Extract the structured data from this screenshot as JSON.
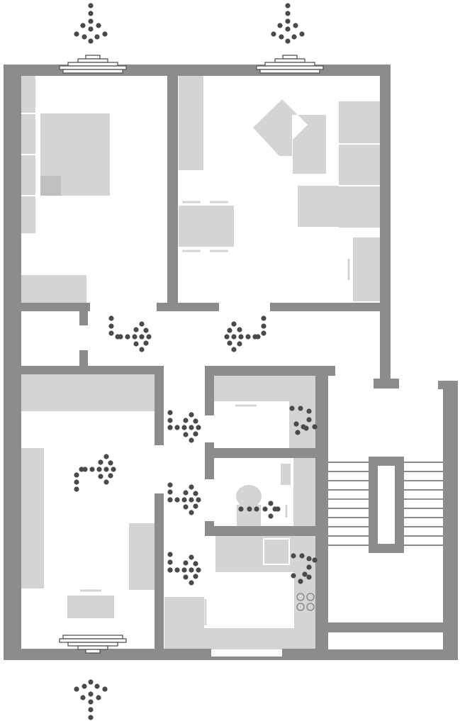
{
  "diagram": {
    "type": "apartment-floor-plan-airflow",
    "colors": {
      "background": "#ffffff",
      "wall": "#8c8c8c",
      "furniture": "#d4d4d4",
      "arrow_dots": "#4a4a4a",
      "vent_fill": "#ffffff",
      "vent_stroke": "#555555"
    },
    "rooms": [
      "bedroom",
      "office",
      "hallway",
      "living-room",
      "storage",
      "toilet",
      "kitchen",
      "stairwell"
    ],
    "air_inlets": [
      "vent-top-left",
      "vent-top-right",
      "vent-bottom"
    ],
    "airflow_arrows": [
      "hall-to-right",
      "hall-to-left",
      "into-storage",
      "into-toilet",
      "into-kitchen",
      "living-room-flow"
    ]
  }
}
